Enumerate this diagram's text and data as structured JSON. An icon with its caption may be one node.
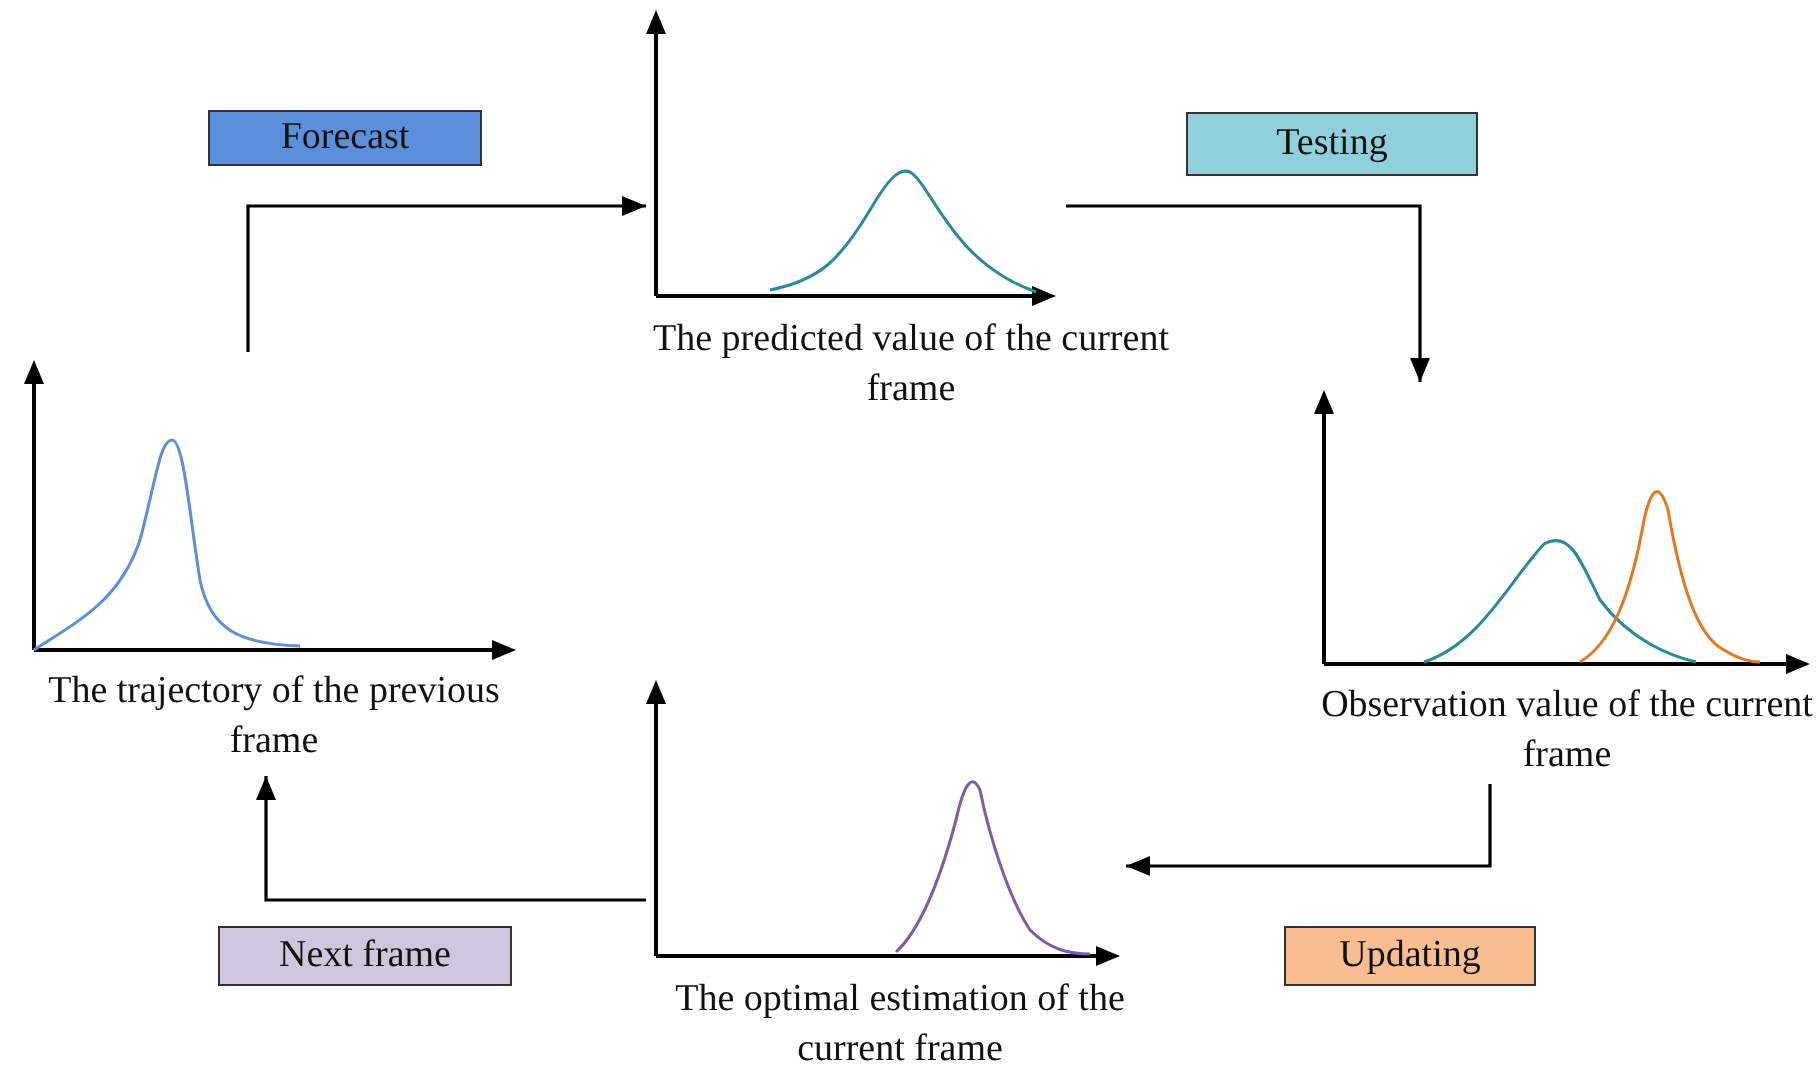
{
  "diagram": {
    "nodes": [
      {
        "text": [
          "The trajectory of the previous frame"
        ]
      },
      {
        "text": [
          "Forecast"
        ]
      },
      {
        "text": [
          "The predicted value of the current frame"
        ]
      },
      {
        "text": [
          "Testing"
        ]
      },
      {
        "text": [
          "Observation value of the current frame"
        ]
      },
      {
        "text": [
          "Updating"
        ]
      },
      {
        "text": [
          "The optimal estimation of the current frame"
        ]
      },
      {
        "text": [
          "Next frame"
        ]
      }
    ],
    "edges": [
      {
        "from": 0,
        "to": 2,
        "arrow": "to"
      },
      {
        "from": 2,
        "to": 4,
        "arrow": "to"
      },
      {
        "from": 4,
        "to": 6,
        "arrow": "to"
      },
      {
        "from": 6,
        "to": 0,
        "arrow": "to"
      }
    ]
  }
}
